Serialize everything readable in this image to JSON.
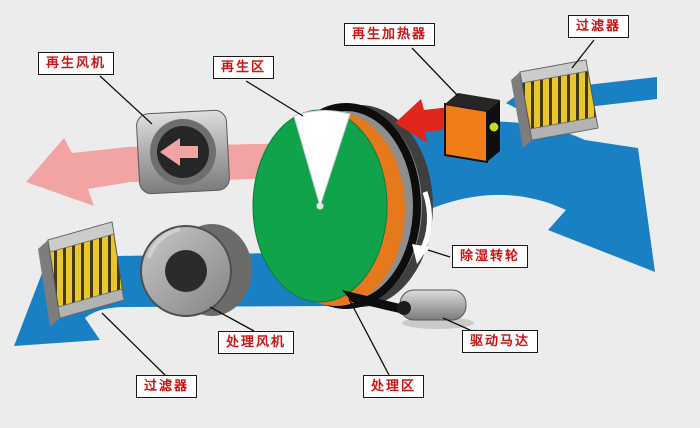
{
  "diagram": {
    "background": "#ececec",
    "labels": {
      "regen_fan": "再生风机",
      "regen_zone": "再生区",
      "regen_heater": "再生加热器",
      "filter_top": "过滤器",
      "desiccant_wheel": "除湿转轮",
      "drive_motor": "驱动马达",
      "process_fan": "处理风机",
      "process_zone": "处理区",
      "filter_bottom": "过滤器"
    },
    "colors": {
      "process_air_blue": "#1a80c4",
      "regen_exhaust_pink": "#f2a3a3",
      "hot_air_red": "#e0251a",
      "wheel_green": "#10a34b",
      "wheel_orange": "#e5791b",
      "heater_orange": "#ef7d18",
      "indicator_yellow": "#cdd926",
      "filter_yellow": "#e9c62f",
      "label_text_red": "#cc1414",
      "label_bg": "#ffffff",
      "label_border": "#1a1a1a"
    }
  }
}
